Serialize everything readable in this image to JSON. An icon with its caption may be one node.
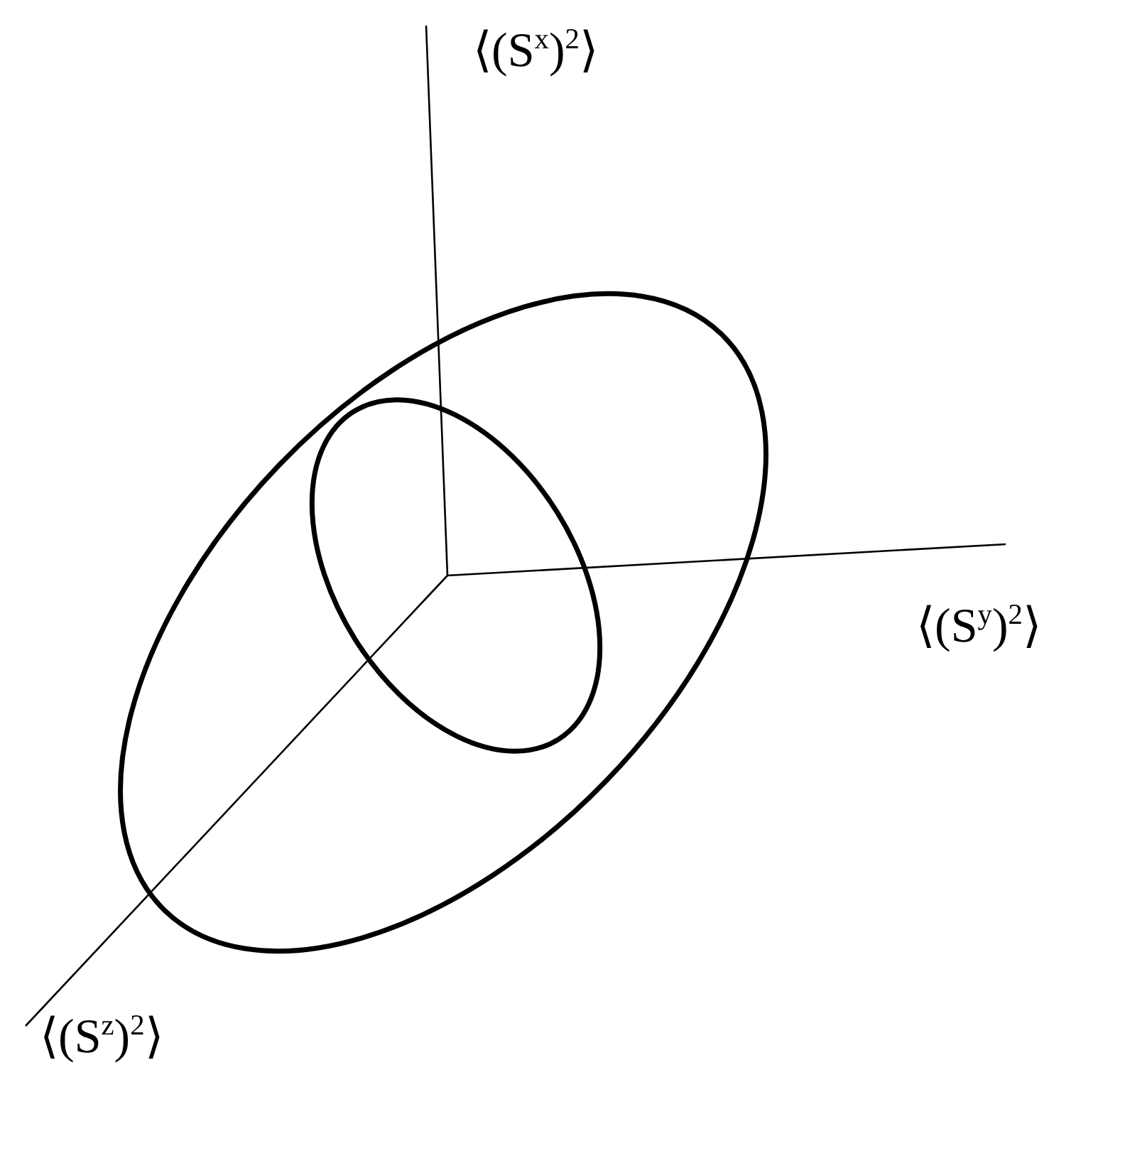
{
  "diagram": {
    "labels": [
      "⟨(S$^{x}$)$^{2}$⟩",
      "⟨(S$^{y}$)$^{2}$⟩",
      "⟨(S$^{z}$)$^{2}$⟩"
    ]
  }
}
